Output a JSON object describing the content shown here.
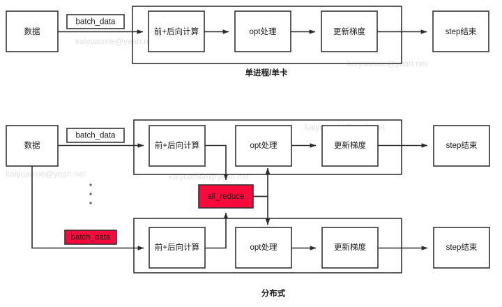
{
  "diagram": {
    "title_top": "单进程/单卡",
    "title_bottom": "分布式",
    "accent_red": "#FA0A3C",
    "line_color": "#2b2b2b",
    "box_border": "#333333",
    "watermark_text": "kaiyuanxie@yeah.net"
  },
  "top_section": {
    "caption": "单进程/单卡",
    "data_box": "数据",
    "edge_label": "batch_data",
    "steps": [
      "前+后向计算",
      "opt处理",
      "更新梯度"
    ],
    "end_box": "step结束"
  },
  "bottom_section": {
    "caption": "分布式",
    "data_box": "数据",
    "edge_label_top": "batch_data",
    "edge_label_bottom": "batch_data",
    "rank0_steps": [
      "前+后向计算",
      "opt处理",
      "更新梯度"
    ],
    "rank1_steps": [
      "前+后向计算",
      "opt处理",
      "更新梯度"
    ],
    "end_box_top": "step结束",
    "end_box_bottom": "step结束",
    "all_reduce": "all_reduce",
    "ellipsis": "⋮"
  },
  "watermarks": [
    "kaiyuanxie@yeah.net",
    "kaiyuanxie@yeah.net",
    "kaiyuanxie@yeah.net",
    "kaiyuanxie@yeah.net",
    "kaiyuanxie@yeah.net"
  ]
}
